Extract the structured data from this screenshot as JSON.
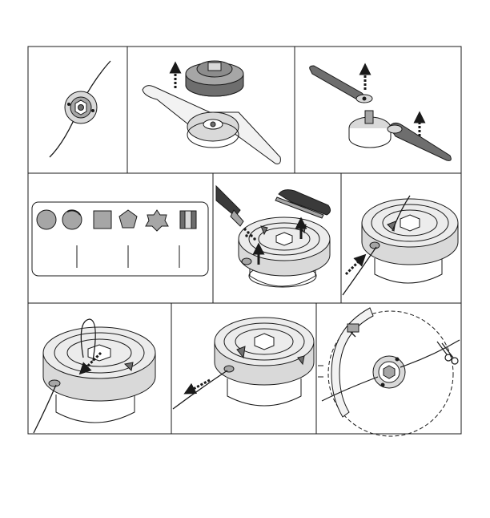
{
  "page": {
    "background": "#ffffff"
  },
  "colors": {
    "line": "#1a1a1a",
    "spool_light": "#d9d9d9",
    "spool_mid": "#a6a6a6",
    "spool_dark": "#6e6e6e",
    "blade_fill": "#f2f2f2",
    "blade_dark": "#707070",
    "brush": "#3a3a3a"
  },
  "panels": [
    {
      "id": "panel-1",
      "icons": [
        "trimmer-head-with-line-icon"
      ]
    },
    {
      "id": "panel-2",
      "icons": [
        "blade-icon",
        "spool-cap-icon",
        "arrow-up-icon"
      ]
    },
    {
      "id": "panel-3",
      "icons": [
        "blade-icon",
        "arrow-up-icon"
      ]
    },
    {
      "id": "panel-4",
      "icons": [
        "line-cross-section-round-icon",
        "line-cross-section-square-icon",
        "line-cross-section-star-icon"
      ]
    },
    {
      "id": "panel-5",
      "icons": [
        "brush-icon",
        "spray-icon",
        "arrow-up-icon"
      ]
    },
    {
      "id": "panel-6",
      "icons": [
        "spool-icon",
        "arrow-insert-icon"
      ]
    },
    {
      "id": "panel-7",
      "icons": [
        "spool-icon",
        "line-loop-icon",
        "arrow-insert-icon"
      ]
    },
    {
      "id": "panel-8",
      "icons": [
        "spool-icon",
        "arrow-pull-icon"
      ]
    },
    {
      "id": "panel-9",
      "icons": [
        "guard-icon",
        "scissors-icon",
        "cutting-circle-icon"
      ]
    }
  ]
}
